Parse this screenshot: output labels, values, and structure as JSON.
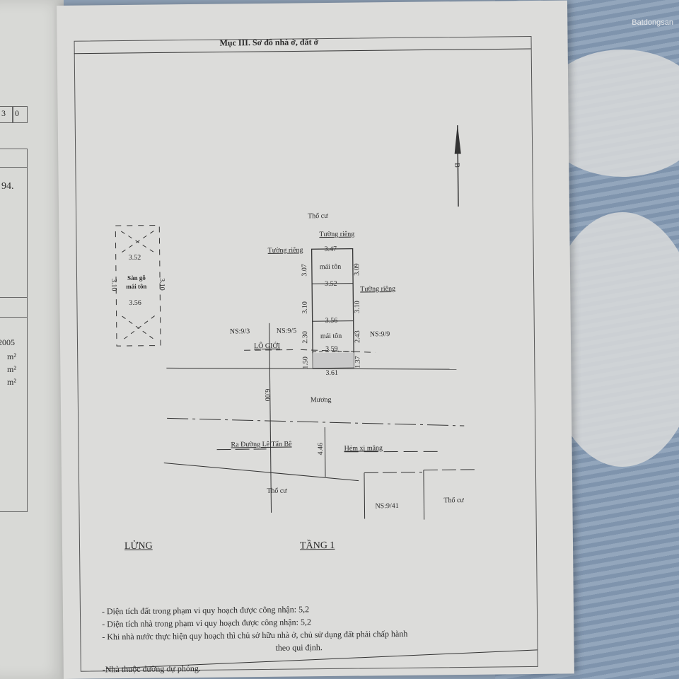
{
  "left_page": {
    "cell_digits": [
      "3",
      "0"
    ],
    "text_94": "94.",
    "date": ".2005",
    "units": [
      "m²",
      "m²",
      "m²"
    ]
  },
  "header": {
    "title": "Mục III. Sơ đồ nhà ở, đất ở"
  },
  "compass": {
    "label": "B"
  },
  "plan_lung": {
    "dims": {
      "top": "3.52",
      "bottom": "3.56",
      "left": "3.10",
      "right": "3.10"
    },
    "label_line1": "Sàn gỗ",
    "label_line2": "mái tôn",
    "title": "LỬNG"
  },
  "plan_tang1": {
    "title": "TẦNG 1",
    "north": "Thổ cư",
    "wall_labels": [
      "Tường riêng",
      "Tường riêng",
      "Tường riêng"
    ],
    "widths": [
      "3.47",
      "3.52",
      "3.56",
      "3.59",
      "3.61"
    ],
    "left_lengths": [
      "3.07",
      "3.10",
      "2.30",
      "1.50"
    ],
    "right_lengths": [
      "3.09",
      "3.10",
      "2.43",
      "1.37"
    ],
    "roof_labels": [
      "mái tôn",
      "mái tôn"
    ],
    "neighbors": [
      "NS:9/3",
      "NS:9/5",
      "NS:9/9",
      "NS:9/41"
    ],
    "lo_gioi": "LỘ GIỚI",
    "canal": "Mương",
    "canal_width": "6.00",
    "road_left": "Ra Đường  Lê Tấn Bê",
    "road_right": "Hẻm xi măng",
    "road_width": "4.46",
    "south_left": "Thổ cư",
    "south_right": "Thổ cư"
  },
  "notes": [
    "- Diện tích đất trong phạm vi quy hoạch được công nhận: 5,2",
    "- Diện tích nhà trong phạm vi quy hoạch được công nhận: 5,2",
    "- Khi nhà nước thực hiện quy hoạch thì chủ sở hữu nhà ở, chủ sử dụng đất phải chấp hành",
    "theo qui định.",
    "-Nhà thuộc đường dự phóng."
  ],
  "watermark": "Batdongsan"
}
